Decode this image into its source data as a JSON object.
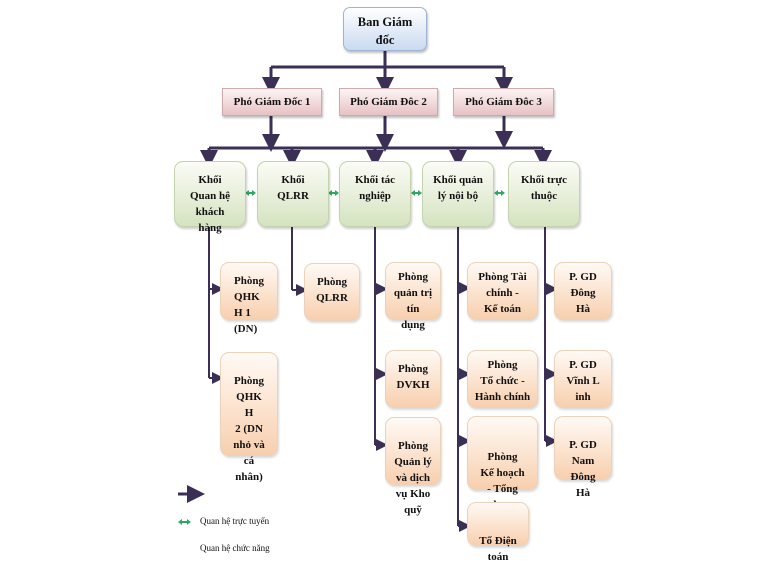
{
  "title_box": {
    "label": "Ban Giám\nđốc"
  },
  "deputies": [
    {
      "label": "Phó Giám Đốc 1"
    },
    {
      "label": "Phó Giám Đôc 2"
    },
    {
      "label": "Phó Giám Đôc 3"
    }
  ],
  "blocks": [
    {
      "label": "Khối\nQuan hệ\nkhách\nhàng"
    },
    {
      "label": "Khối\nQLRR"
    },
    {
      "label": "Khối tác\nnghiệp"
    },
    {
      "label": "Khối quản\nlý nội bộ"
    },
    {
      "label": "Khối trực\nthuộc"
    }
  ],
  "departments": {
    "customer_relations": [
      {
        "label": "Phòng\nQHK\nH 1\n(DN)"
      },
      {
        "label": "Phòng\nQHK\nH\n2 (DN\nnhỏ và\ncá\nnhân)"
      }
    ],
    "risk_management": [
      {
        "label": "Phòng\nQLRR"
      }
    ],
    "operations": [
      {
        "label": "Phòng\nquản trị\ntín\ndụng"
      },
      {
        "label": "Phòng\nDVKH"
      },
      {
        "label": "Phòng\nQuản lý\nvà dịch\nvụ Kho\nquỹ"
      }
    ],
    "internal_management": [
      {
        "label": "Phòng Tài\nchính -\nKế toán"
      },
      {
        "label": "Phòng\nTổ chức -\nHành chính"
      },
      {
        "label": "Phòng\nKế hoạch\n- Tổng\nhợp"
      },
      {
        "label": "Tổ Điện\ntoán"
      }
    ],
    "subsidiaries": [
      {
        "label": "P. GD\nĐông\nHà"
      },
      {
        "label": "P. GD\nVĩnh L\ninh"
      },
      {
        "label": "P. GD\nNam\nĐông\nHà"
      }
    ]
  },
  "legend": {
    "items": [
      {
        "icon": "dark-arrow",
        "label": ""
      },
      {
        "icon": "green-double-arrow",
        "label": "Quan hệ trực tuyến"
      },
      {
        "icon": "none",
        "label": "Quan hệ chức năng"
      }
    ]
  },
  "colors": {
    "line": "#3b2f55",
    "green_arrow": "#2fa866"
  }
}
